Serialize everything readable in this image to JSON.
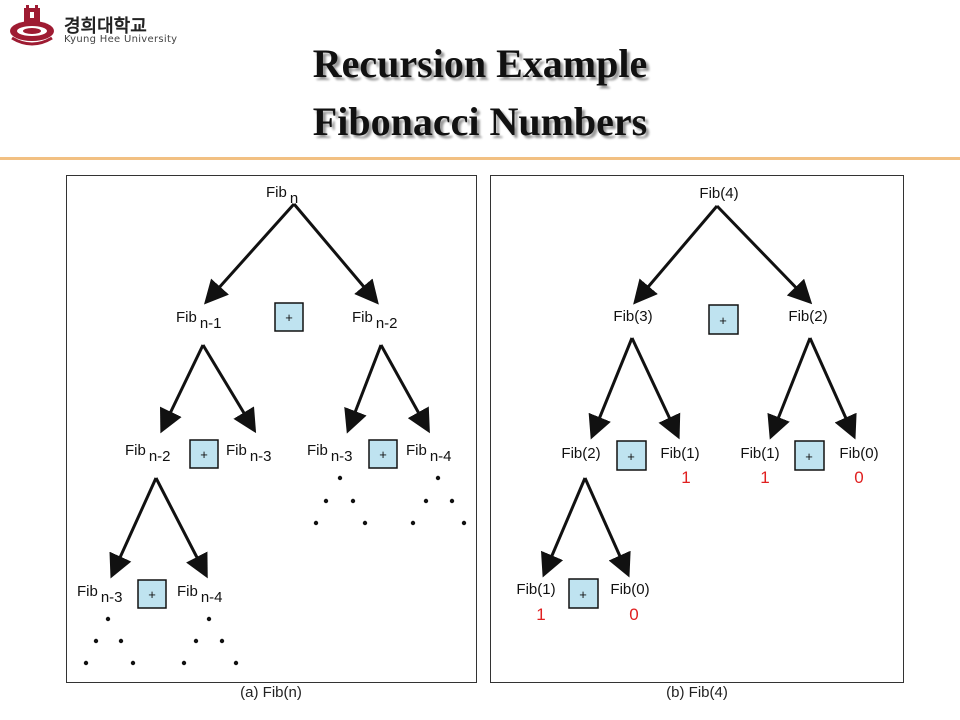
{
  "header": {
    "logo_korean": "경희대학교",
    "logo_english": "Kyung Hee University",
    "title_line1": "Recursion Example",
    "title_line2": "Fibonacci Numbers"
  },
  "panel_a": {
    "caption": "(a) Fib(n)",
    "fib": "Fib",
    "plus": "+",
    "subs": {
      "root": "n",
      "n1": "n-1",
      "n2": "n-2",
      "n3": "n-3",
      "n4": "n-4"
    }
  },
  "panel_b": {
    "caption": "(b) Fib(4)",
    "plus": "+",
    "nodes": {
      "fib4": "Fib(4)",
      "fib3": "Fib(3)",
      "fib2": "Fib(2)",
      "fib1": "Fib(1)",
      "fib0": "Fib(0)"
    },
    "values": {
      "one": "1",
      "zero": "0"
    }
  },
  "colors": {
    "plus_box_fill": "#bfe3f0",
    "value_red": "#e02020",
    "rule": "#f2c082"
  }
}
